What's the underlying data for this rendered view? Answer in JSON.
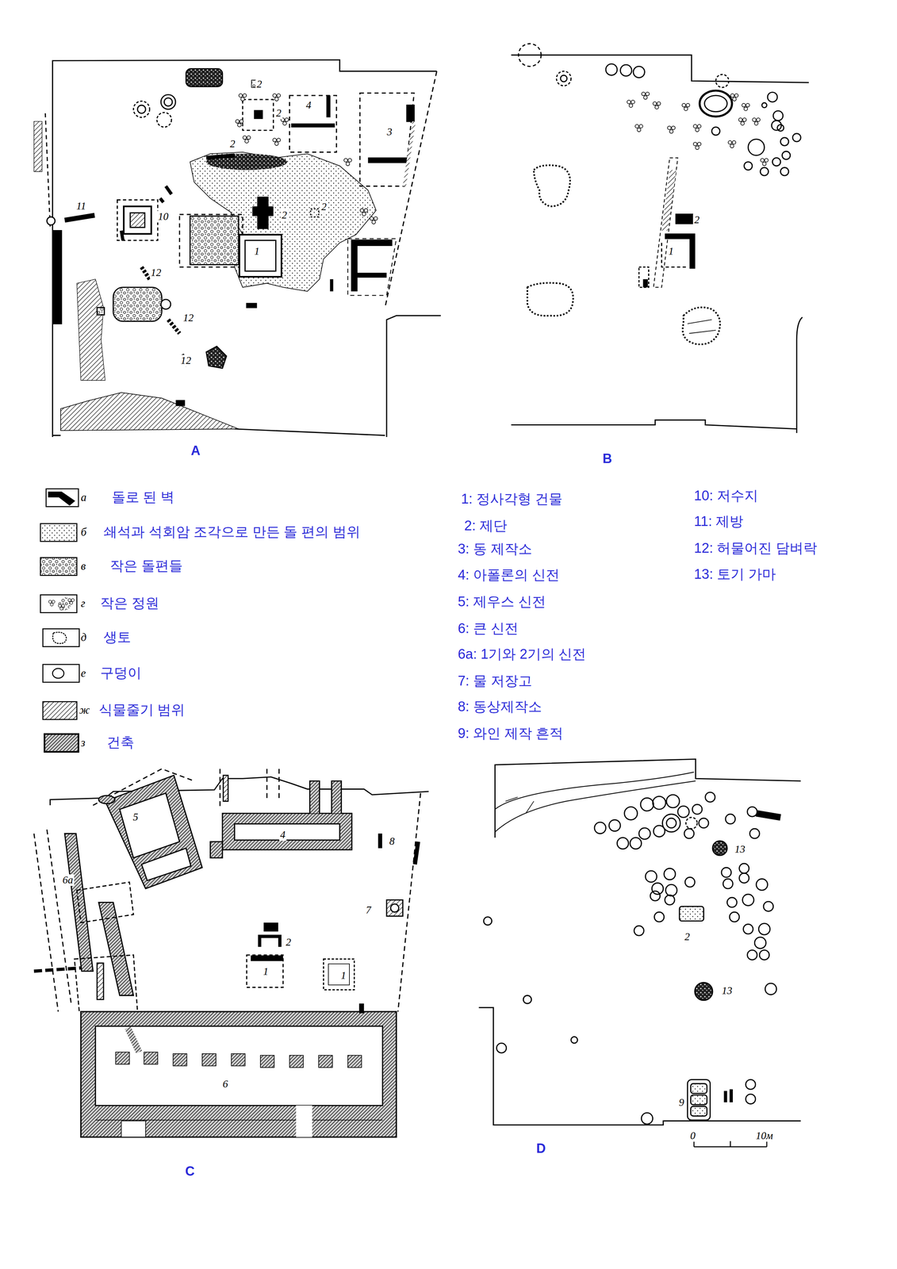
{
  "diagram": {
    "labels": [
      "2",
      "2",
      "2",
      "4",
      "3",
      "11",
      "10",
      "2",
      "2",
      "1",
      "12",
      "12",
      "12",
      "A",
      "2",
      "1",
      "B",
      "а",
      "б",
      "в",
      "г",
      "д",
      "е",
      "ж",
      "з",
      "1: 정사각형 건물",
      "2: 제단",
      "3: 동 제작소",
      "4: 아폴론의 신전",
      "5: 제우스 신전",
      "6: 큰 신전",
      "6a: 1기와 2기의 신전",
      "7: 물 저장고",
      "8: 동상제작소",
      "9: 와인 제작 흔적",
      "10: 저수지",
      "11: 제방",
      "12: 허물어진 담벼락",
      "13: 토기 가마",
      "5",
      "4",
      "8",
      "6a",
      "7",
      "2",
      "1",
      "1",
      "6",
      "C",
      "13",
      "2",
      "13",
      "9",
      "0",
      "10м",
      "D"
    ],
    "legend": [
      {
        "text": "돌로 된 벽"
      },
      {
        "text": "쇄석과 석회암 조각으로 만든 돌 편의 범위"
      },
      {
        "text": "작은 돌편들"
      },
      {
        "text": "작은 정원"
      },
      {
        "text": "생토"
      },
      {
        "text": "구덩이"
      },
      {
        "text": "식물줄기 범위"
      },
      {
        "text": "건축"
      }
    ]
  }
}
